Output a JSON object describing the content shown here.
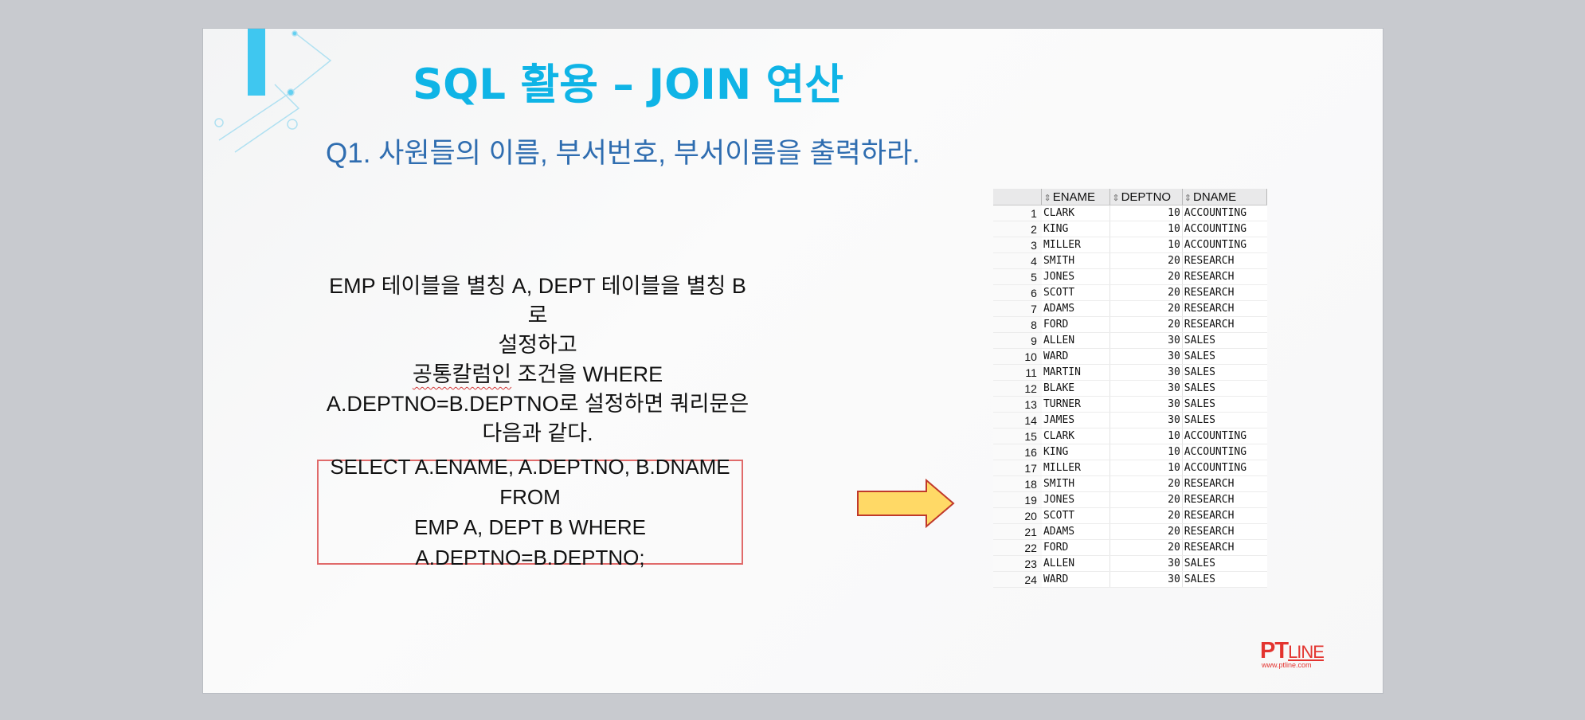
{
  "slide": {
    "title": "SQL 활용 – JOIN 연산",
    "question": "Q1. 사원들의 이름, 부서번호, 부서이름을 출력하라.",
    "description": {
      "line1": "EMP 테이블을 별칭 A, DEPT 테이블을 별칭 B로",
      "line2": "설정하고",
      "line3_squiggle": "공통칼럼인",
      "line3_rest": " 조건을 WHERE",
      "line4": "A.DEPTNO=B.DEPTNO로 설정하면 쿼리문은",
      "line5": "다음과 같다."
    },
    "query": {
      "line1": "SELECT A.ENAME, A.DEPTNO, B.DNAME FROM",
      "line2": "EMP A, DEPT B WHERE A.DEPTNO=B.DEPTNO;"
    },
    "logo": {
      "pt": "PT",
      "line": "LINE",
      "url": "www.ptline.com"
    },
    "colors": {
      "title": "#0fb4e6",
      "question": "#2f6db0",
      "arrow_fill": "#ffd966",
      "arrow_stroke": "#c0392b",
      "box_border": "#e06a6a",
      "logo": "#e3342f"
    }
  },
  "result_grid": {
    "headers": [
      "ENAME",
      "DEPTNO",
      "DNAME"
    ],
    "rows": [
      [
        "1",
        "CLARK",
        "10",
        "ACCOUNTING"
      ],
      [
        "2",
        "KING",
        "10",
        "ACCOUNTING"
      ],
      [
        "3",
        "MILLER",
        "10",
        "ACCOUNTING"
      ],
      [
        "4",
        "SMITH",
        "20",
        "RESEARCH"
      ],
      [
        "5",
        "JONES",
        "20",
        "RESEARCH"
      ],
      [
        "6",
        "SCOTT",
        "20",
        "RESEARCH"
      ],
      [
        "7",
        "ADAMS",
        "20",
        "RESEARCH"
      ],
      [
        "8",
        "FORD",
        "20",
        "RESEARCH"
      ],
      [
        "9",
        "ALLEN",
        "30",
        "SALES"
      ],
      [
        "10",
        "WARD",
        "30",
        "SALES"
      ],
      [
        "11",
        "MARTIN",
        "30",
        "SALES"
      ],
      [
        "12",
        "BLAKE",
        "30",
        "SALES"
      ],
      [
        "13",
        "TURNER",
        "30",
        "SALES"
      ],
      [
        "14",
        "JAMES",
        "30",
        "SALES"
      ],
      [
        "15",
        "CLARK",
        "10",
        "ACCOUNTING"
      ],
      [
        "16",
        "KING",
        "10",
        "ACCOUNTING"
      ],
      [
        "17",
        "MILLER",
        "10",
        "ACCOUNTING"
      ],
      [
        "18",
        "SMITH",
        "20",
        "RESEARCH"
      ],
      [
        "19",
        "JONES",
        "20",
        "RESEARCH"
      ],
      [
        "20",
        "SCOTT",
        "20",
        "RESEARCH"
      ],
      [
        "21",
        "ADAMS",
        "20",
        "RESEARCH"
      ],
      [
        "22",
        "FORD",
        "20",
        "RESEARCH"
      ],
      [
        "23",
        "ALLEN",
        "30",
        "SALES"
      ],
      [
        "24",
        "WARD",
        "30",
        "SALES"
      ]
    ]
  }
}
